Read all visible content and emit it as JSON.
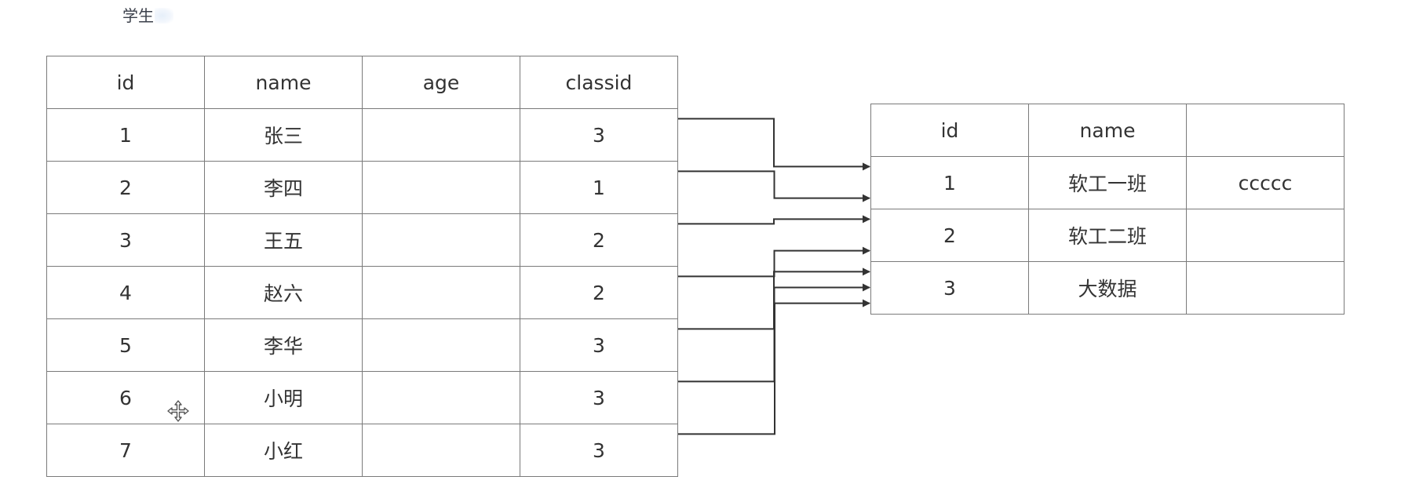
{
  "caption": {
    "text": "学生"
  },
  "students_table": {
    "headers": [
      "id",
      "name",
      "age",
      "classid"
    ],
    "rows": [
      {
        "id": "1",
        "name": "张三",
        "age": "",
        "classid": "3"
      },
      {
        "id": "2",
        "name": "李四",
        "age": "",
        "classid": "1"
      },
      {
        "id": "3",
        "name": "王五",
        "age": "",
        "classid": "2"
      },
      {
        "id": "4",
        "name": "赵六",
        "age": "",
        "classid": "2"
      },
      {
        "id": "5",
        "name": "李华",
        "age": "",
        "classid": "3"
      },
      {
        "id": "6",
        "name": "小明",
        "age": "",
        "classid": "3"
      },
      {
        "id": "7",
        "name": "小红",
        "age": "",
        "classid": "3"
      }
    ]
  },
  "classes_table": {
    "headers": [
      "id",
      "name",
      ""
    ],
    "rows": [
      {
        "id": "1",
        "name": "软工一班",
        "extra": "ccccc"
      },
      {
        "id": "2",
        "name": "软工二班",
        "extra": ""
      },
      {
        "id": "3",
        "name": "大数据",
        "extra": ""
      }
    ]
  },
  "connections": [
    {
      "from_student_row": 1,
      "to_class_row": 1
    },
    {
      "from_student_row": 2,
      "to_class_row": 1
    },
    {
      "from_student_row": 3,
      "to_class_row": 2
    },
    {
      "from_student_row": 4,
      "to_class_row": 2
    },
    {
      "from_student_row": 5,
      "to_class_row": 3
    },
    {
      "from_student_row": 6,
      "to_class_row": 3
    },
    {
      "from_student_row": 7,
      "to_class_row": 3
    }
  ],
  "icons": {
    "cursor": "move-cursor-icon"
  },
  "colors": {
    "grid_line": "#7a7a7a",
    "connector": "#333333",
    "text": "#333333"
  }
}
